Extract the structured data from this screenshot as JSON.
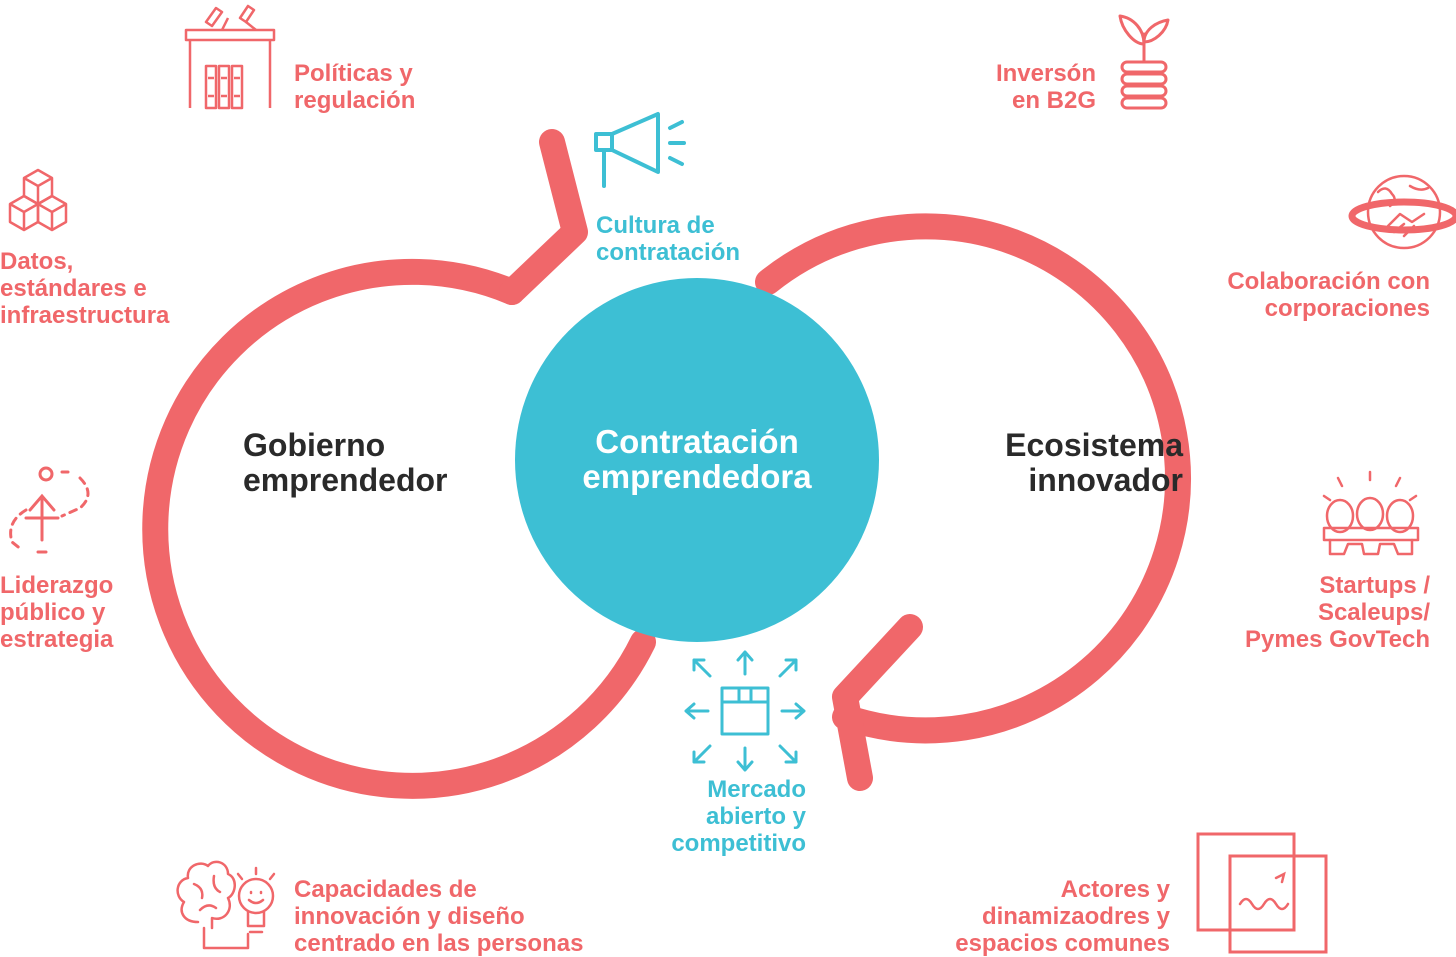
{
  "colors": {
    "coral": "#f0676a",
    "teal": "#3dbfd4",
    "dark": "#2a2a2a",
    "white": "#ffffff"
  },
  "center": {
    "label": "Contratación\nemprendedora"
  },
  "loops": {
    "left": {
      "label": "Gobierno\nemprendedor"
    },
    "right": {
      "label": "Ecosistema\ninnovador"
    }
  },
  "connectors": {
    "top": {
      "label": "Cultura de\ncontratación",
      "icon": "megaphone-icon"
    },
    "bottom": {
      "label": "Mercado\nabierto y\ncompetitivo",
      "icon": "box-arrows-icon"
    }
  },
  "left_items": [
    {
      "label": "Políticas y\nregulación",
      "icon": "podium-icon"
    },
    {
      "label": "Datos,\nestándares e\ninfraestructura",
      "icon": "cubes-icon"
    },
    {
      "label": "Liderazgo\npúblico y\nestrategia",
      "icon": "strategy-arrow-icon"
    },
    {
      "label": "Capacidades de\ninnovación y diseño\ncentrado en las personas",
      "icon": "brain-lightbulb-icon"
    }
  ],
  "right_items": [
    {
      "label": "Inversón\nen B2G",
      "icon": "plant-coins-icon"
    },
    {
      "label": "Colaboración con\ncorporaciones",
      "icon": "globe-handshake-icon"
    },
    {
      "label": "Startups /\nScaleups/\nPymes GovTech",
      "icon": "eggs-tray-icon"
    },
    {
      "label": "Actores y\ndinamizaodres y\nespacios comunes",
      "icon": "overlapping-squares-icon"
    }
  ]
}
